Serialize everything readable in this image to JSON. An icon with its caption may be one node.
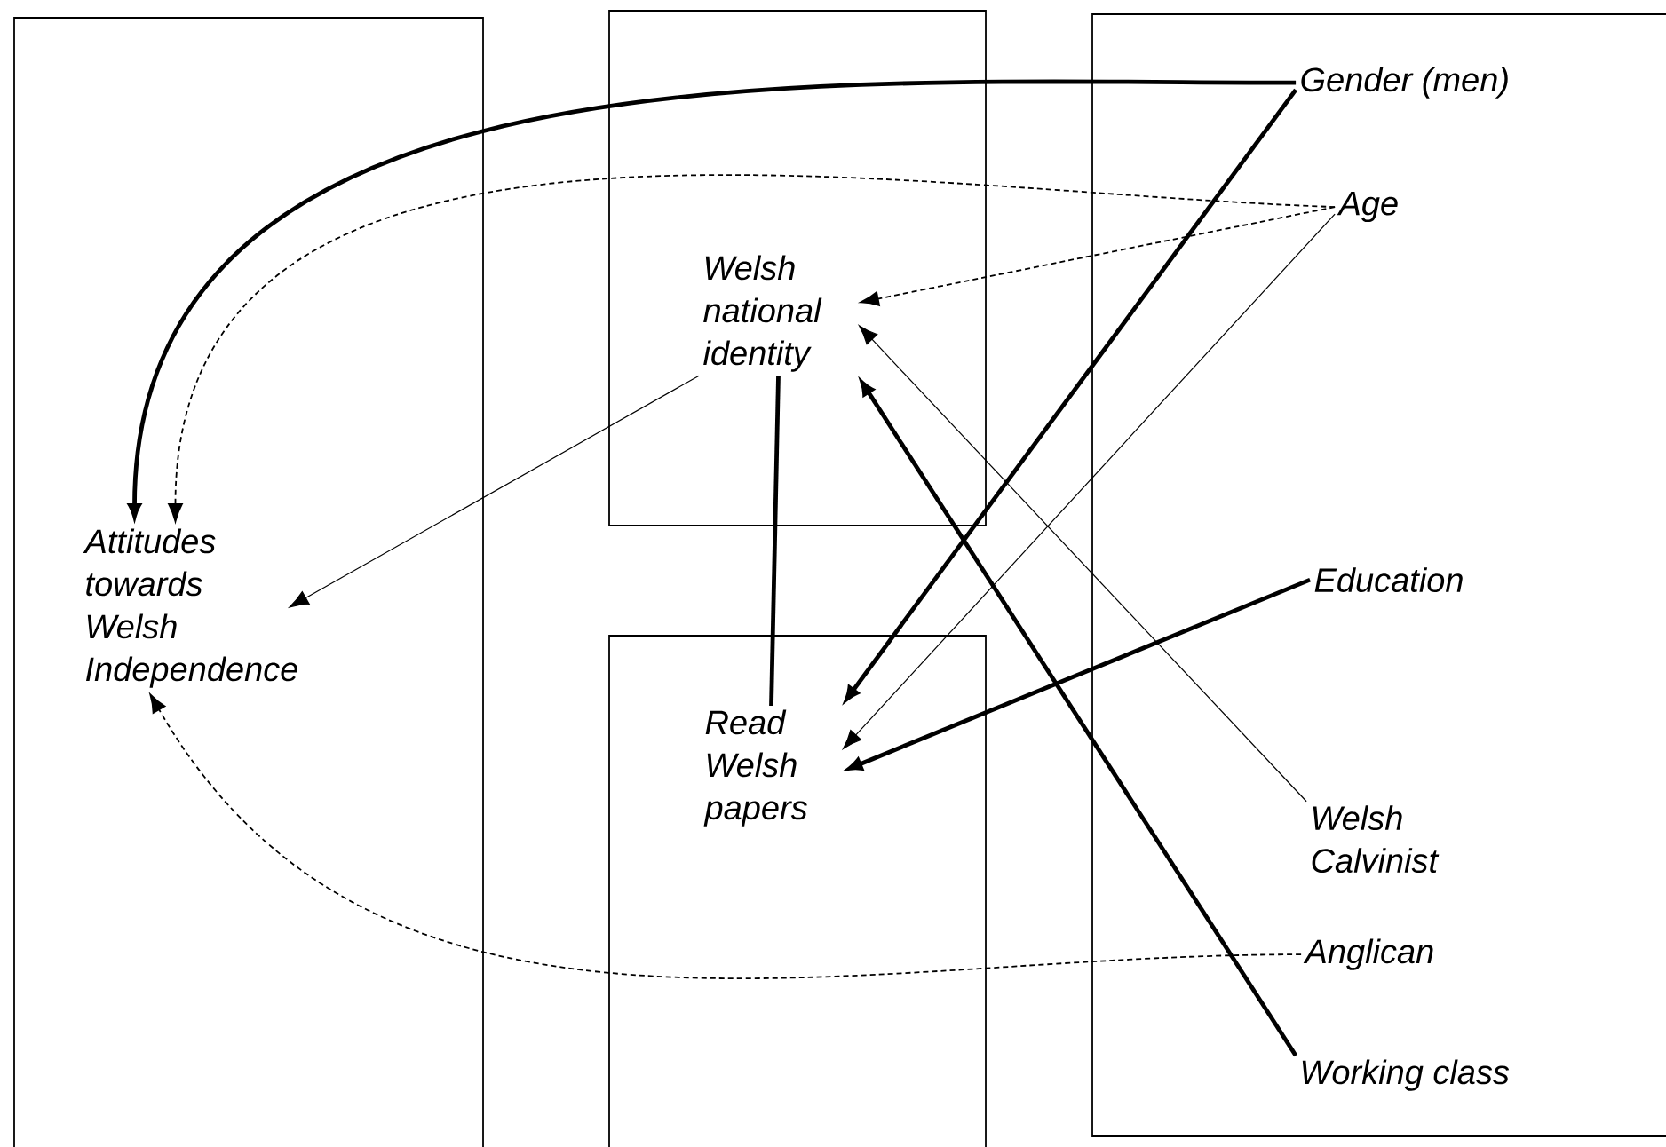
{
  "diagram": {
    "nodes": [
      {
        "text": [],
        "shape": "box"
      },
      {
        "text": [],
        "shape": "box"
      },
      {
        "text": [],
        "shape": "box"
      },
      {
        "text": [],
        "shape": "box"
      },
      {
        "text": [
          "Attitudes towards Welsh Independence"
        ],
        "in": 0
      },
      {
        "text": [
          "Welsh national identity"
        ],
        "in": 1
      },
      {
        "text": [
          "Read Welsh papers"
        ],
        "in": 2
      },
      {
        "text": [
          "Gender (men)"
        ],
        "in": 3
      },
      {
        "text": [
          "Age"
        ],
        "in": 3
      },
      {
        "text": [
          "Education"
        ],
        "in": 3
      },
      {
        "text": [
          "Welsh Calvinist"
        ],
        "in": 3
      },
      {
        "text": [
          "Anglican"
        ],
        "in": 3
      },
      {
        "text": [
          "Working class"
        ],
        "in": 3
      }
    ],
    "edges": [
      {
        "from": 7,
        "to": 4,
        "arrow": "to",
        "style": "thick"
      },
      {
        "from": 8,
        "to": 4,
        "arrow": "to",
        "style": "dashed"
      },
      {
        "from": 8,
        "to": 5,
        "arrow": "to",
        "style": "dashed"
      },
      {
        "from": 7,
        "to": 6,
        "arrow": "to",
        "style": "thick"
      },
      {
        "from": 8,
        "to": 6,
        "arrow": "to"
      },
      {
        "from": 5,
        "to": 4,
        "arrow": "to"
      },
      {
        "from": 5,
        "to": 6,
        "arrow": "none",
        "style": "thick"
      },
      {
        "from": 9,
        "to": 6,
        "arrow": "to",
        "style": "thick"
      },
      {
        "from": 10,
        "to": 5,
        "arrow": "to"
      },
      {
        "from": 12,
        "to": 5,
        "arrow": "to",
        "style": "thick"
      },
      {
        "from": 11,
        "to": 4,
        "arrow": "to",
        "style": "dashed"
      }
    ]
  }
}
